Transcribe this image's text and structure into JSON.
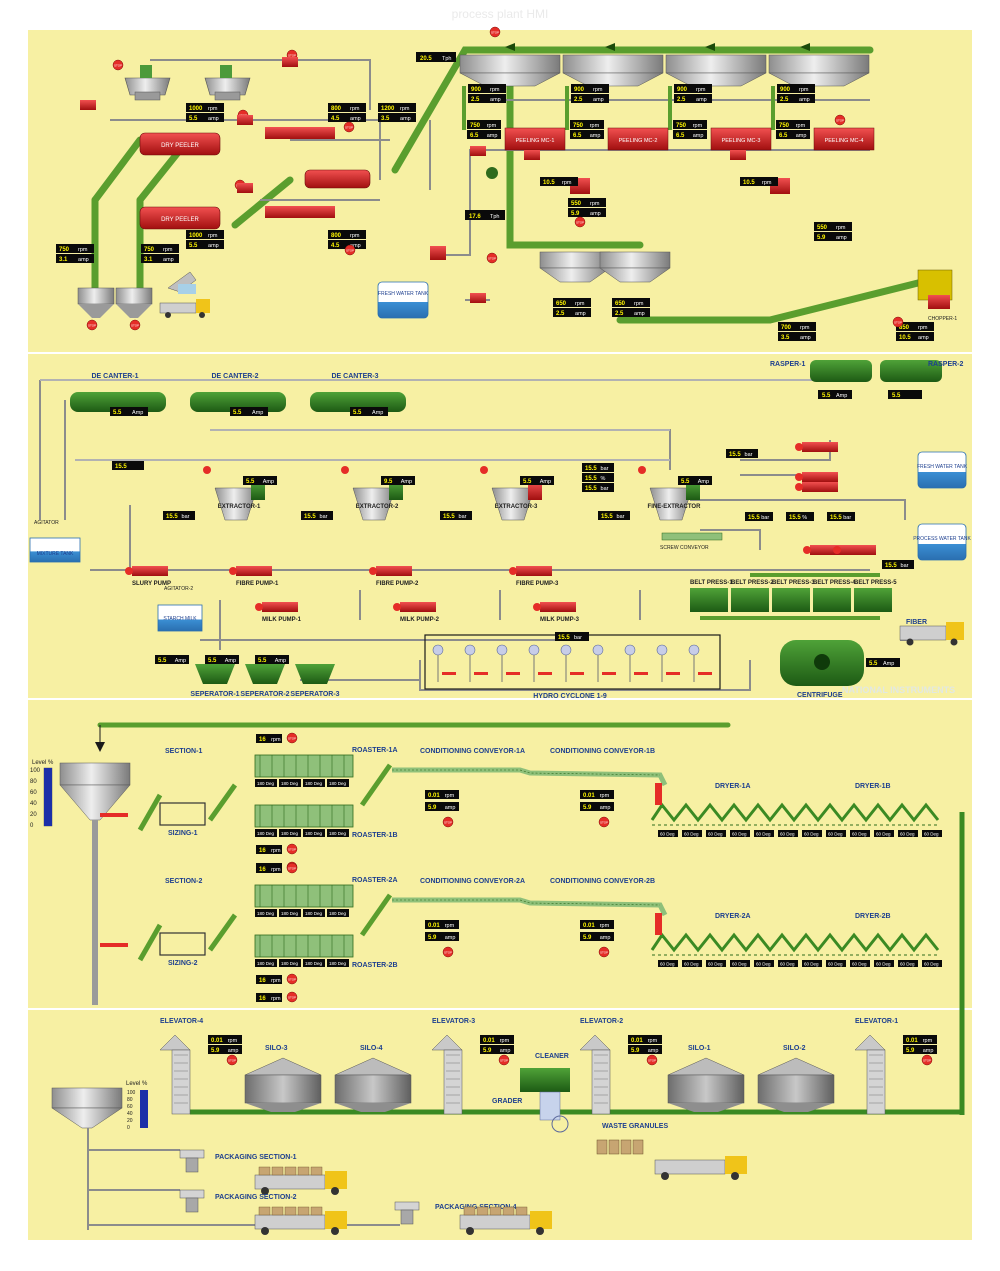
{
  "title": "process plant HMI",
  "watermark": "NATIONAL INSTRUMENTS",
  "colors": {
    "panel": "#f7f0a3",
    "pipe_green": "#5a9e2e",
    "motor_red": "#d11f1f",
    "display_bg": "#0a0a0a",
    "display_text": "#fff600",
    "label_blue": "#1d3f8f"
  },
  "section1": {
    "flow_top": "20.5",
    "flow_unit": "Tph",
    "flow_mid": "17.6",
    "flow_mid_unit": "Tph",
    "dry_peeler_1": "DRY PEELER",
    "dry_peeler_2": "DRY PEELER",
    "fresh_water_tank": "FRESH WATER TANK",
    "chopper": "CHOPPER-1",
    "peeling": [
      "PEELING MC-1",
      "PEELING MC-2",
      "PEELING MC-3",
      "PEELING MC-4"
    ],
    "tank_readings": [
      {
        "rpm": "900",
        "amp": "2.5"
      },
      {
        "rpm": "900",
        "amp": "2.5"
      },
      {
        "rpm": "900",
        "amp": "2.5"
      },
      {
        "rpm": "900",
        "amp": "2.5"
      }
    ],
    "peeling_readings": [
      {
        "rpm": "750",
        "amp": "6.5"
      },
      {
        "rpm": "750",
        "amp": "6.5"
      },
      {
        "rpm": "750",
        "amp": "6.5"
      },
      {
        "rpm": "750",
        "amp": "6.5"
      }
    ],
    "feeder_readings": [
      {
        "rpm": "1000",
        "amp": "5.5"
      },
      {
        "rpm": "800",
        "amp": "4.5"
      },
      {
        "rpm": "1200",
        "amp": "3.5"
      },
      {
        "rpm": "1000",
        "amp": "5.5"
      },
      {
        "rpm": "800",
        "amp": "4.5"
      },
      {
        "rpm": "750",
        "amp": "3.1"
      },
      {
        "rpm": "750",
        "amp": "3.1"
      }
    ],
    "blower_readings": [
      {
        "rpm": "10.5",
        "unit": "rpm"
      },
      {
        "rpm": "10.5",
        "unit": "rpm"
      },
      {
        "rpm": "550",
        "amp": "5.9"
      },
      {
        "rpm": "550",
        "amp": "5.9"
      }
    ],
    "tank2_readings": [
      {
        "rpm": "650",
        "amp": "2.5"
      },
      {
        "rpm": "650",
        "amp": "2.5"
      }
    ],
    "chopper_readings": [
      {
        "rpm": "700",
        "amp": "3.5"
      },
      {
        "rpm": "850",
        "amp": "10.5"
      }
    ],
    "units": {
      "rpm": "rpm",
      "amp": "amp"
    }
  },
  "section2": {
    "decanters": [
      "DE CANTER-1",
      "DE CANTER-2",
      "DE CANTER-3"
    ],
    "decanter_amp": "5.5",
    "amp_unit": "Amp",
    "raspers": [
      "RASPER-1",
      "RASPER-2"
    ],
    "rasper_amp": "5.5",
    "extractors": [
      "EXTRACTOR-1",
      "EXTRACTOR-2",
      "EXTRACTOR-3",
      "FINE-EXTRACTOR"
    ],
    "extractor_amps": [
      "5.5",
      "9.5",
      "5.5",
      "5.5"
    ],
    "pressure": "15.5",
    "bar_unit": "bar",
    "mixture_tank": "MIXTURE TANK",
    "agitator": "AGITATOR",
    "agitator2": "AGITATOR-2",
    "starch_milk": "STARCH MILK",
    "slurry_pump": "SLURY PUMP",
    "fibre_pumps": [
      "FIBRE PUMP-1",
      "FIBRE PUMP-2",
      "FIBRE PUMP-3"
    ],
    "milk_pumps": [
      "MILK PUMP-1",
      "MILK PUMP-2",
      "MILK PUMP-3"
    ],
    "screw_conveyor": "SCREW CONVEYOR",
    "belt_press": [
      "BELT PRESS-1",
      "BELT PRESS-2",
      "BELT PRESS-3",
      "BELT PRESS-4",
      "BELT PRESS-5"
    ],
    "fiber": "FIBER",
    "fresh_water_tank": "FRESH WATER TANK",
    "process_water_tank": "PROCESS WATER TANK",
    "separators": [
      "SEPERATOR-1",
      "SEPERATOR-2",
      "SEPERATOR-3"
    ],
    "hydro_cyclone": "HYDRO CYCLONE 1-9",
    "centrifuge": "CENTRIFUGE",
    "flow": "15.5",
    "percent": "%"
  },
  "section3": {
    "level_label": "Level %",
    "level_ticks": [
      "100",
      "80",
      "60",
      "40",
      "20",
      "0"
    ],
    "sections": [
      "SECTION-1",
      "SECTION-2"
    ],
    "sizing": [
      "SIZING-1",
      "SIZING-2"
    ],
    "roasters": [
      "ROASTER-1A",
      "ROASTER-1B",
      "ROASTER-2A",
      "ROASTER-2B"
    ],
    "conditioning": [
      "CONDITIONING CONVEYOR-1A",
      "CONDITIONING CONVEYOR-1B",
      "CONDITIONING CONVEYOR-2A",
      "CONDITIONING CONVEYOR-2B"
    ],
    "dryers": [
      "DRYER-1A",
      "DRYER-1B",
      "DRYER-2A",
      "DRYER-2B"
    ],
    "roaster_rpm": "16",
    "temp_180": "180",
    "temp_60": "60",
    "deg": "Deg",
    "conveyor_rpm": "0.01",
    "conveyor_amp": "5.9",
    "stop": "STOP"
  },
  "section4": {
    "elevators": [
      "ELEVATOR-4",
      "ELEVATOR-3",
      "ELEVATOR-2",
      "ELEVATOR-1"
    ],
    "silos": [
      "SILO-3",
      "SILO-4",
      "SILO-1",
      "SILO-2"
    ],
    "cleaner": "CLEANER",
    "grader": "GRADER",
    "waste": "WASTE GRANULES",
    "packaging": [
      "PACKAGING SECTION-1",
      "PACKAGING SECTION-2",
      "PACKAGING SECTION-4"
    ],
    "elevator_rpm": "0.01",
    "elevator_amp": "5.9",
    "level_label": "Level %",
    "level_ticks": [
      "100",
      "80",
      "60",
      "40",
      "20",
      "0"
    ]
  }
}
